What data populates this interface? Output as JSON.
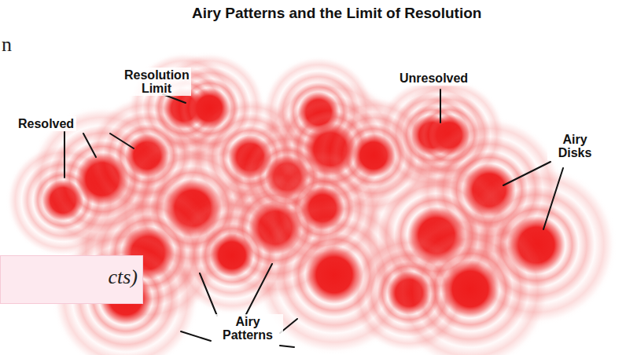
{
  "diagram": {
    "title": "Airy Patterns and the Limit of Resolution",
    "nodes": [
      {
        "text": [
          "cts)"
        ]
      }
    ],
    "labels": [
      "n",
      "Resolution Limit",
      "Resolved",
      "Unresolved",
      "Airy Disks",
      "Airy Patterns"
    ]
  }
}
